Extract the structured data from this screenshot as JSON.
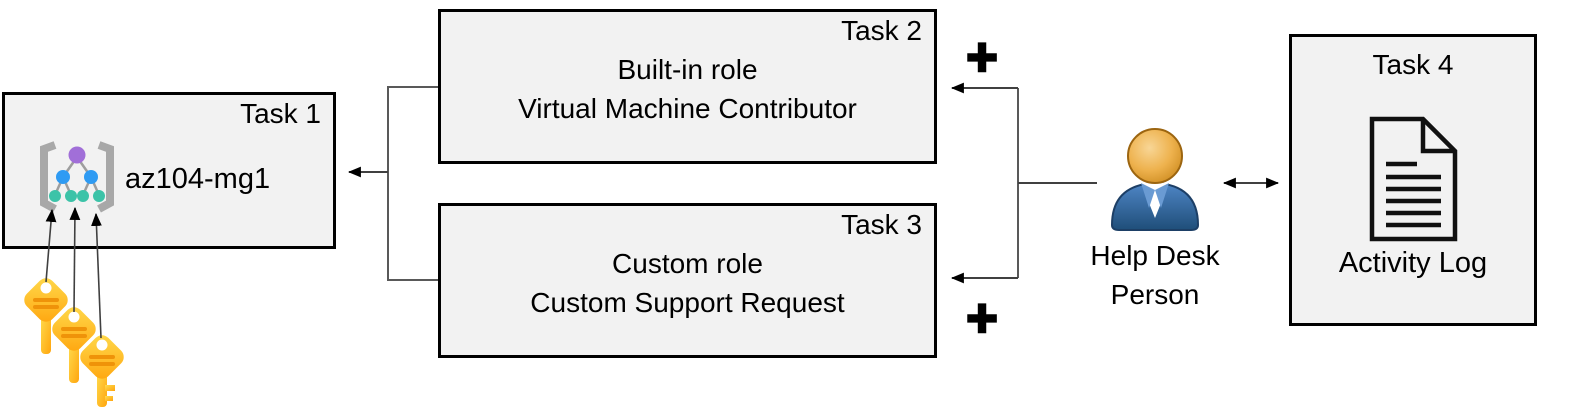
{
  "diagram": {
    "task1": {
      "tag": "Task 1",
      "resource": "az104-mg1"
    },
    "task2": {
      "tag": "Task 2",
      "role_type": "Built-in role",
      "role_name": "Virtual Machine Contributor"
    },
    "task3": {
      "tag": "Task 3",
      "role_type": "Custom role",
      "role_name": "Custom Support Request"
    },
    "task4": {
      "tag": "Task 4",
      "label": "Activity Log"
    },
    "person": {
      "label": "Help Desk Person"
    },
    "plus_top": "+",
    "plus_bottom": "+"
  },
  "icons": {
    "management_group": "management-group-icon",
    "keys": "key-icon",
    "person": "person-icon",
    "activity_log": "document-icon",
    "plus": "plus-icon",
    "arrows": "arrow-connector"
  },
  "colors": {
    "box_fill": "#f2f2f2",
    "box_border": "#000000",
    "connector": "#404040",
    "bracket_line": "#595959",
    "arrowhead": "#000000",
    "key_gold_light": "#ffdb4d",
    "key_gold_dark": "#ffa50e",
    "key_stripe": "#ef9309",
    "mg_bracket_gray": "#a8a8a8",
    "mg_purple": "#a16fd8",
    "mg_blue": "#2f9bf3",
    "mg_teal": "#3cc3a8",
    "person_head": "#e8a33d",
    "person_body": "#3a6ea8"
  }
}
